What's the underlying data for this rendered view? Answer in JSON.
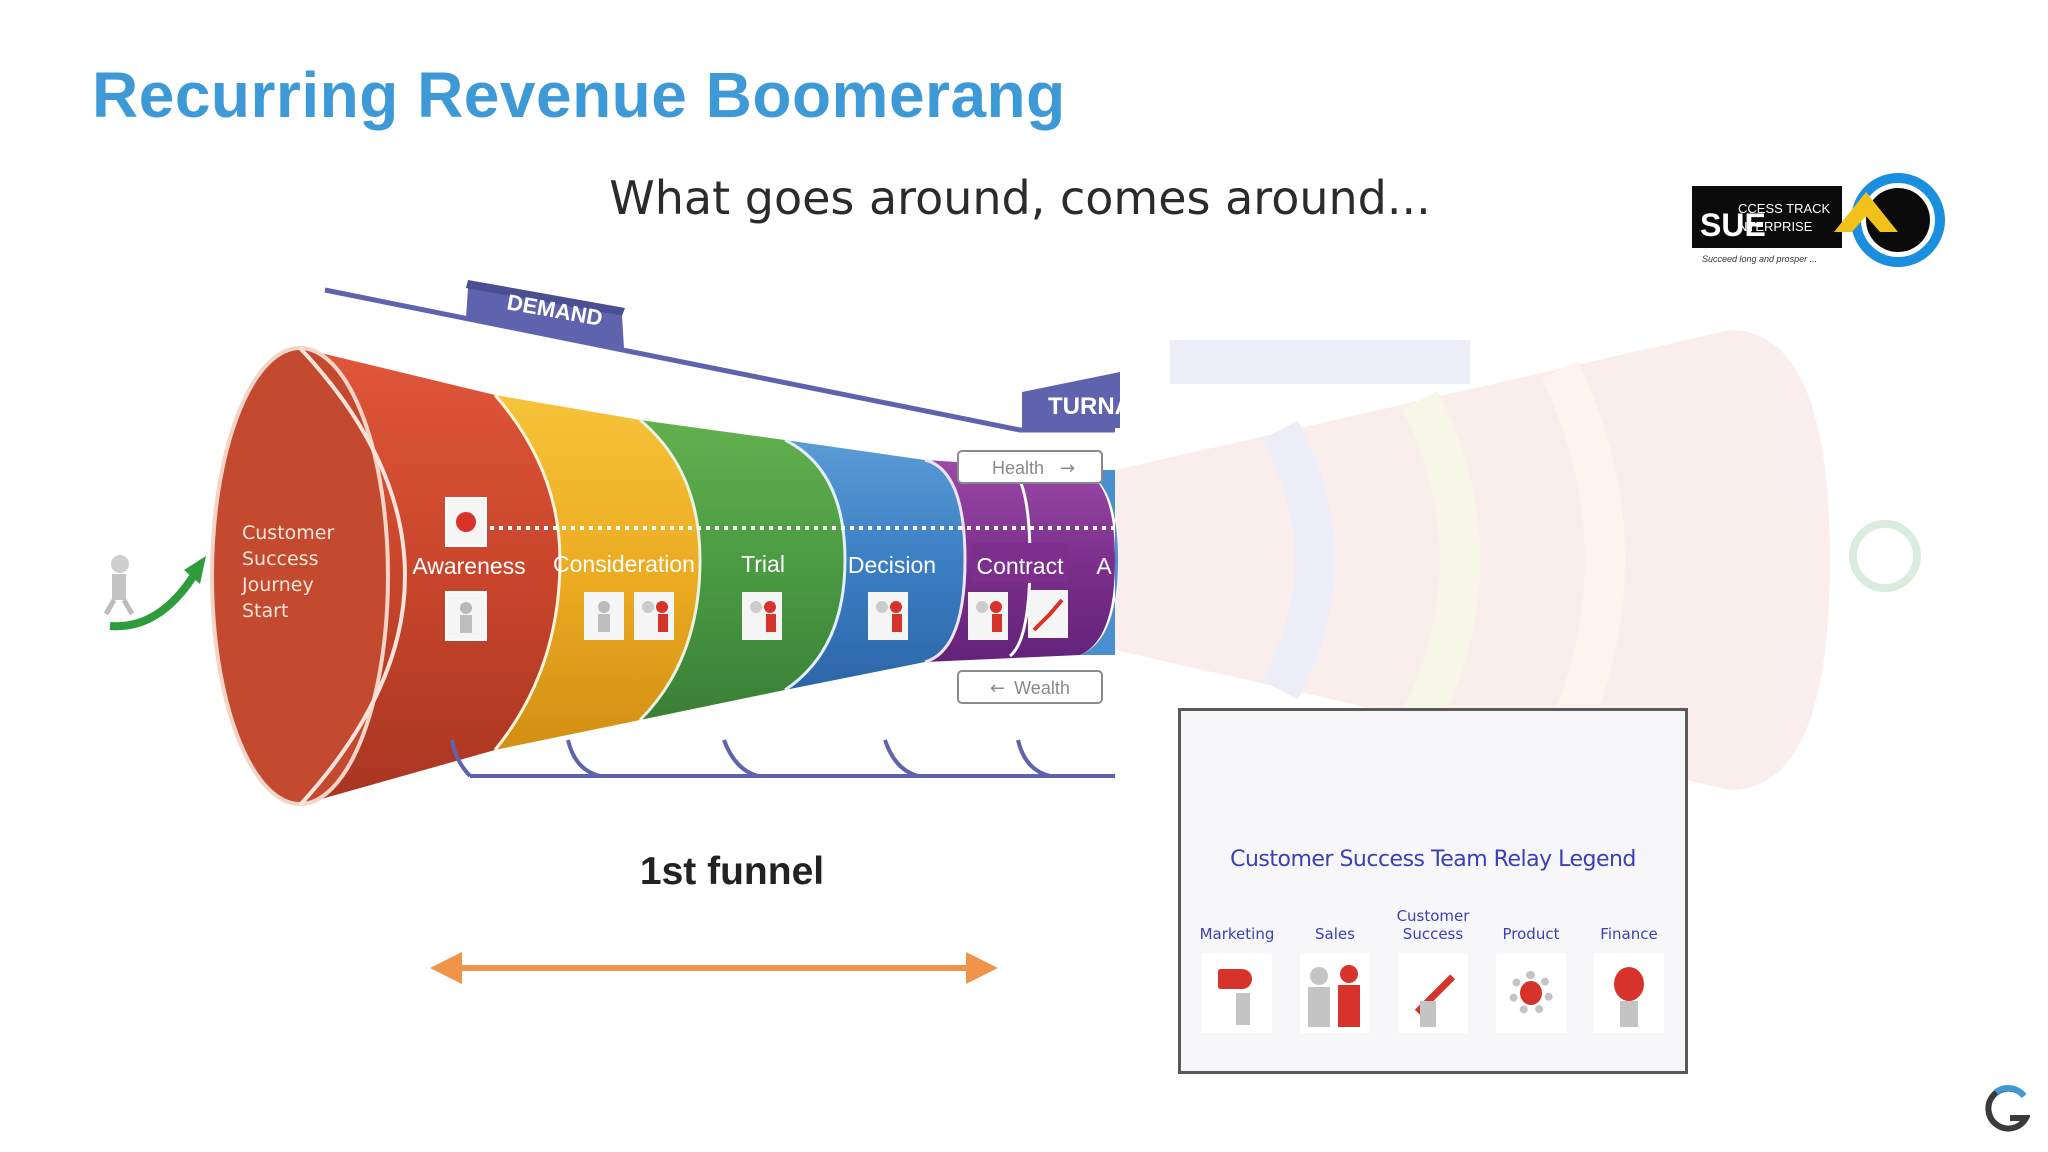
{
  "slide": {
    "title": "Recurring Revenue Boomerang",
    "subtitle": "What goes around, comes around..."
  },
  "logo": {
    "main_text": "SUE",
    "small_top": "CCESS TRACK",
    "small_bottom": "NTERPRISE",
    "tagline": "Succeed long and prosper ...",
    "colors": {
      "box": "#0b0b0b",
      "ring": "#1a8fe0",
      "arrow": "#f2c21b"
    }
  },
  "funnel": {
    "banner_demand": "DEMAND",
    "banner_turnaround": "TURNAROUND",
    "start_label": [
      "Customer",
      "Success",
      "Journey",
      "Start"
    ],
    "stages": [
      {
        "label": "Awareness",
        "color": "#c8452b"
      },
      {
        "label": "Consideration",
        "color": "#f0b320"
      },
      {
        "label": "Trial",
        "color": "#4a9a43"
      },
      {
        "label": "Decision",
        "color": "#3a7ec2"
      },
      {
        "label": "Contract",
        "color": "#7c2f8c"
      },
      {
        "label": "A",
        "color": "#4a8fcf"
      }
    ],
    "health_label": "Health",
    "wealth_label": "Wealth",
    "caption": "1st funnel"
  },
  "legend": {
    "title": "Customer Success Team Relay Legend",
    "roles": [
      "Marketing",
      "Sales",
      "Customer Success",
      "Product",
      "Finance"
    ]
  },
  "colors": {
    "title": "#3d9ad6",
    "arrow": "#f0944a",
    "banner": "#5f63ad"
  }
}
